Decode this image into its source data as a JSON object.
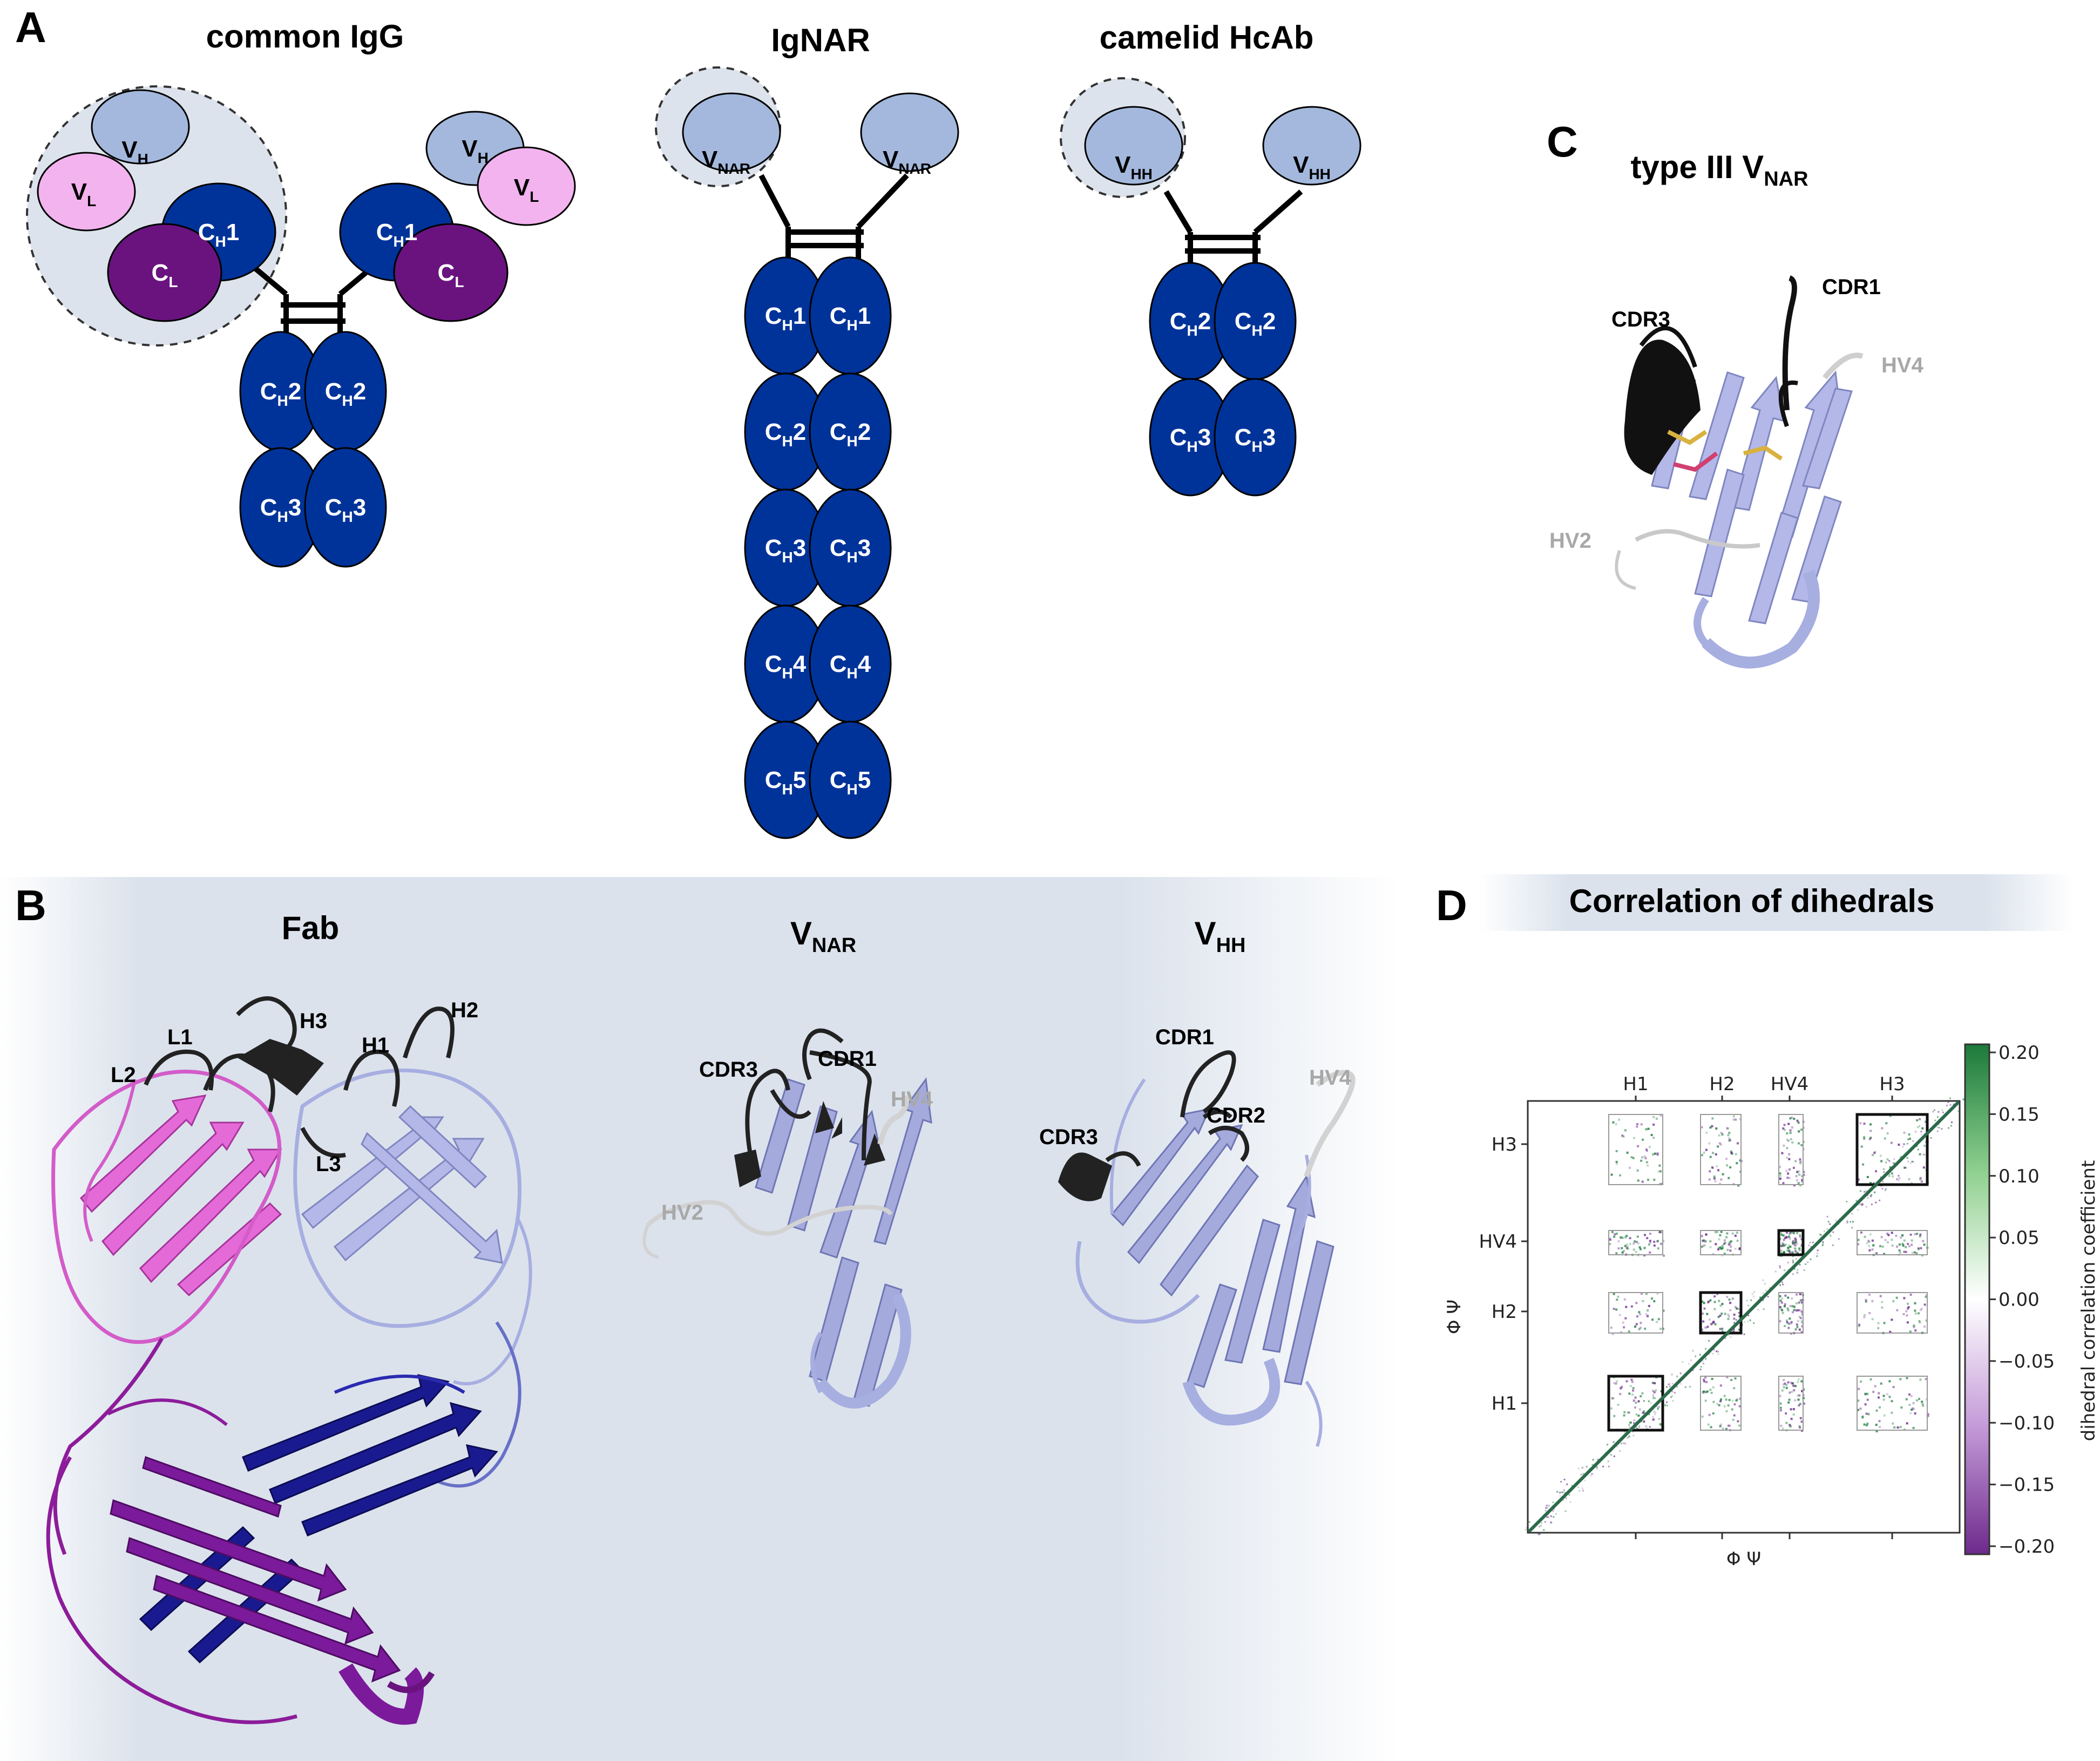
{
  "panel_a": {
    "letter": "A",
    "igg": {
      "title": "common IgG",
      "vh": {
        "main": "V",
        "sub": "H"
      },
      "vl": {
        "main": "V",
        "sub": "L"
      },
      "ch1": {
        "main": "C",
        "sub": "H",
        "num": "1"
      },
      "cl": {
        "main": "C",
        "sub": "L"
      },
      "ch2": {
        "main": "C",
        "sub": "H",
        "num": "2"
      },
      "ch3": {
        "main": "C",
        "sub": "H",
        "num": "3"
      }
    },
    "ignar": {
      "title": "IgNAR",
      "vnar": {
        "main": "V",
        "sub": "NAR"
      },
      "constant": [
        {
          "main": "C",
          "sub": "H",
          "num": "1"
        },
        {
          "main": "C",
          "sub": "H",
          "num": "2"
        },
        {
          "main": "C",
          "sub": "H",
          "num": "3"
        },
        {
          "main": "C",
          "sub": "H",
          "num": "4"
        },
        {
          "main": "C",
          "sub": "H",
          "num": "5"
        }
      ]
    },
    "hcab": {
      "title": "camelid HcAb",
      "vhh": {
        "main": "V",
        "sub": "HH"
      },
      "constant": [
        {
          "main": "C",
          "sub": "H",
          "num": "2"
        },
        {
          "main": "C",
          "sub": "H",
          "num": "3"
        }
      ]
    },
    "colors": {
      "heavy_constant": "#003399",
      "variable_heavy": "#a3b8dc",
      "variable_light": "#f2b3ee",
      "light_constant": "#6a137f",
      "highlight": "#dde3ec"
    }
  },
  "panel_b": {
    "letter": "B",
    "fab": {
      "title": "Fab",
      "loops": [
        "L1",
        "L2",
        "H3",
        "H1",
        "H2",
        "L3"
      ]
    },
    "vnar": {
      "title": {
        "main": "V",
        "sub": "NAR"
      },
      "loops": [
        "CDR3",
        "CDR1",
        "HV4",
        "HV2"
      ]
    },
    "vhh": {
      "title": {
        "main": "V",
        "sub": "HH"
      },
      "loops": [
        "CDR1",
        "HV4",
        "CDR2",
        "CDR3"
      ]
    }
  },
  "panel_c": {
    "letter": "C",
    "title": {
      "prefix": "type III V",
      "sub": "NAR"
    },
    "loops": [
      "CDR1",
      "CDR3",
      "HV4",
      "HV2"
    ]
  },
  "panel_d": {
    "letter": "D",
    "title": "Correlation of dihedrals",
    "chart_data": {
      "type": "heatmap",
      "title": "Correlation of dihedrals",
      "xlabel": "Φ Ψ",
      "ylabel": "Φ Ψ",
      "x_ticks": [
        "H1",
        "H2",
        "HV4",
        "H3"
      ],
      "y_ticks": [
        "H3",
        "HV4",
        "H2",
        "H1"
      ],
      "colorbar": {
        "label": "dihedral correlation coefficient",
        "range": [
          -0.2,
          0.2
        ],
        "ticks": [
          "0.20",
          "0.15",
          "0.10",
          "0.05",
          "0.00",
          "−0.05",
          "−0.10",
          "−0.15",
          "−0.20"
        ],
        "colors": {
          "positive": "#1b7a3a",
          "zero": "#ffffff",
          "negative": "#6d2a8c"
        }
      },
      "highlighted_regions": [
        "H1",
        "H2",
        "HV4",
        "H3"
      ]
    }
  }
}
